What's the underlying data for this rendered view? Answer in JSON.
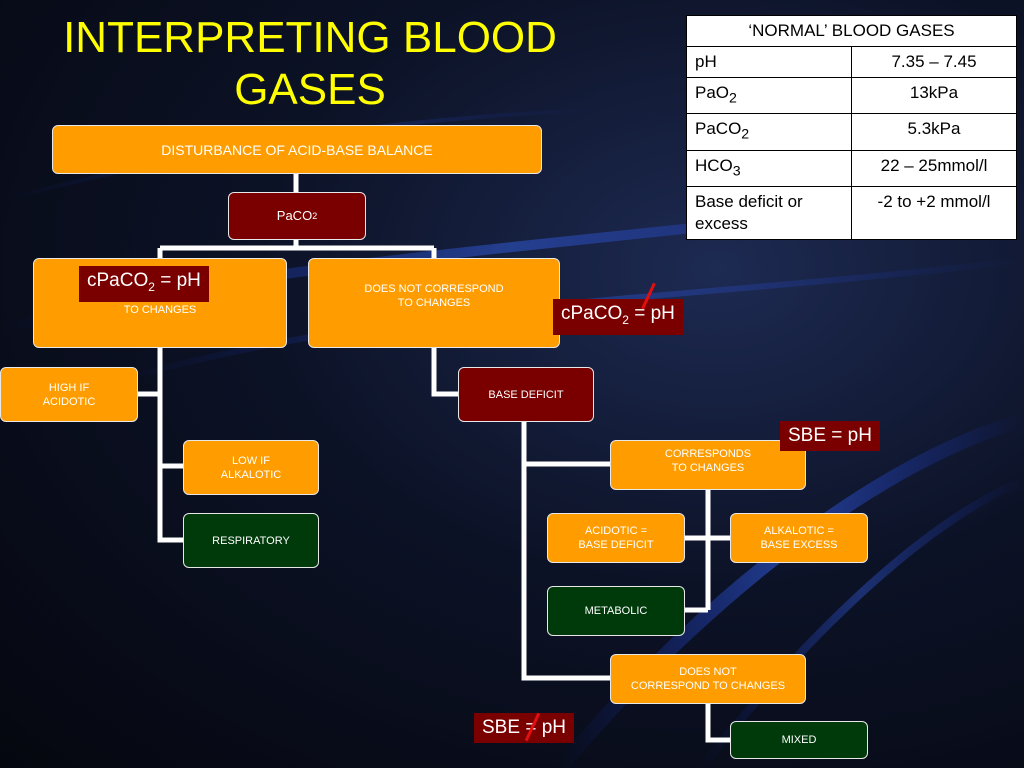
{
  "title": "INTERPRETING BLOOD GASES",
  "table": {
    "header": "‘NORMAL’ BLOOD GASES",
    "rows": [
      {
        "param": "pH",
        "value": "7.35 – 7.45"
      },
      {
        "param": "PaO",
        "sub": "2",
        "value": "13kPa"
      },
      {
        "param": "PaCO",
        "sub": "2",
        "value": "5.3kPa"
      },
      {
        "param": "HCO",
        "sub": "3",
        "value": "22 – 25mmol/l"
      },
      {
        "param": "Base deficit or excess",
        "value": "-2 to +2 mmol/l"
      }
    ]
  },
  "nodes": {
    "disturbance": "DISTURBANCE OF ACID-BASE BALANCE",
    "paco2_main": "PaCO",
    "paco2_sub": "2",
    "to_changes": "TO CHANGES",
    "does_not_correspond": "DOES NOT CORRESPOND\nTO CHANGES",
    "high_if_acidotic": "HIGH IF\nACIDOTIC",
    "low_if_alkalotic": "LOW IF\nALKALOTIC",
    "respiratory": "RESPIRATORY",
    "base_deficit": "BASE DEFICIT",
    "corresponds": "CORRESPONDS\nTO CHANGES",
    "acidotic": "ACIDOTIC =\nBASE DEFICIT",
    "alkalotic": "ALKALOTIC =\nBASE EXCESS",
    "metabolic": "METABOLIC",
    "does_not_correspond_2": "DOES NOT\nCORRESPOND TO CHANGES",
    "mixed": "MIXED"
  },
  "labels": {
    "cpaco2_prefix": "cPaCO",
    "cpaco2_sub": "2",
    "eq_ph": " = pH",
    "sbe_eq_ph": "SBE = pH",
    "sbe": "SBE",
    "eq": "=",
    "ph": " pH"
  }
}
